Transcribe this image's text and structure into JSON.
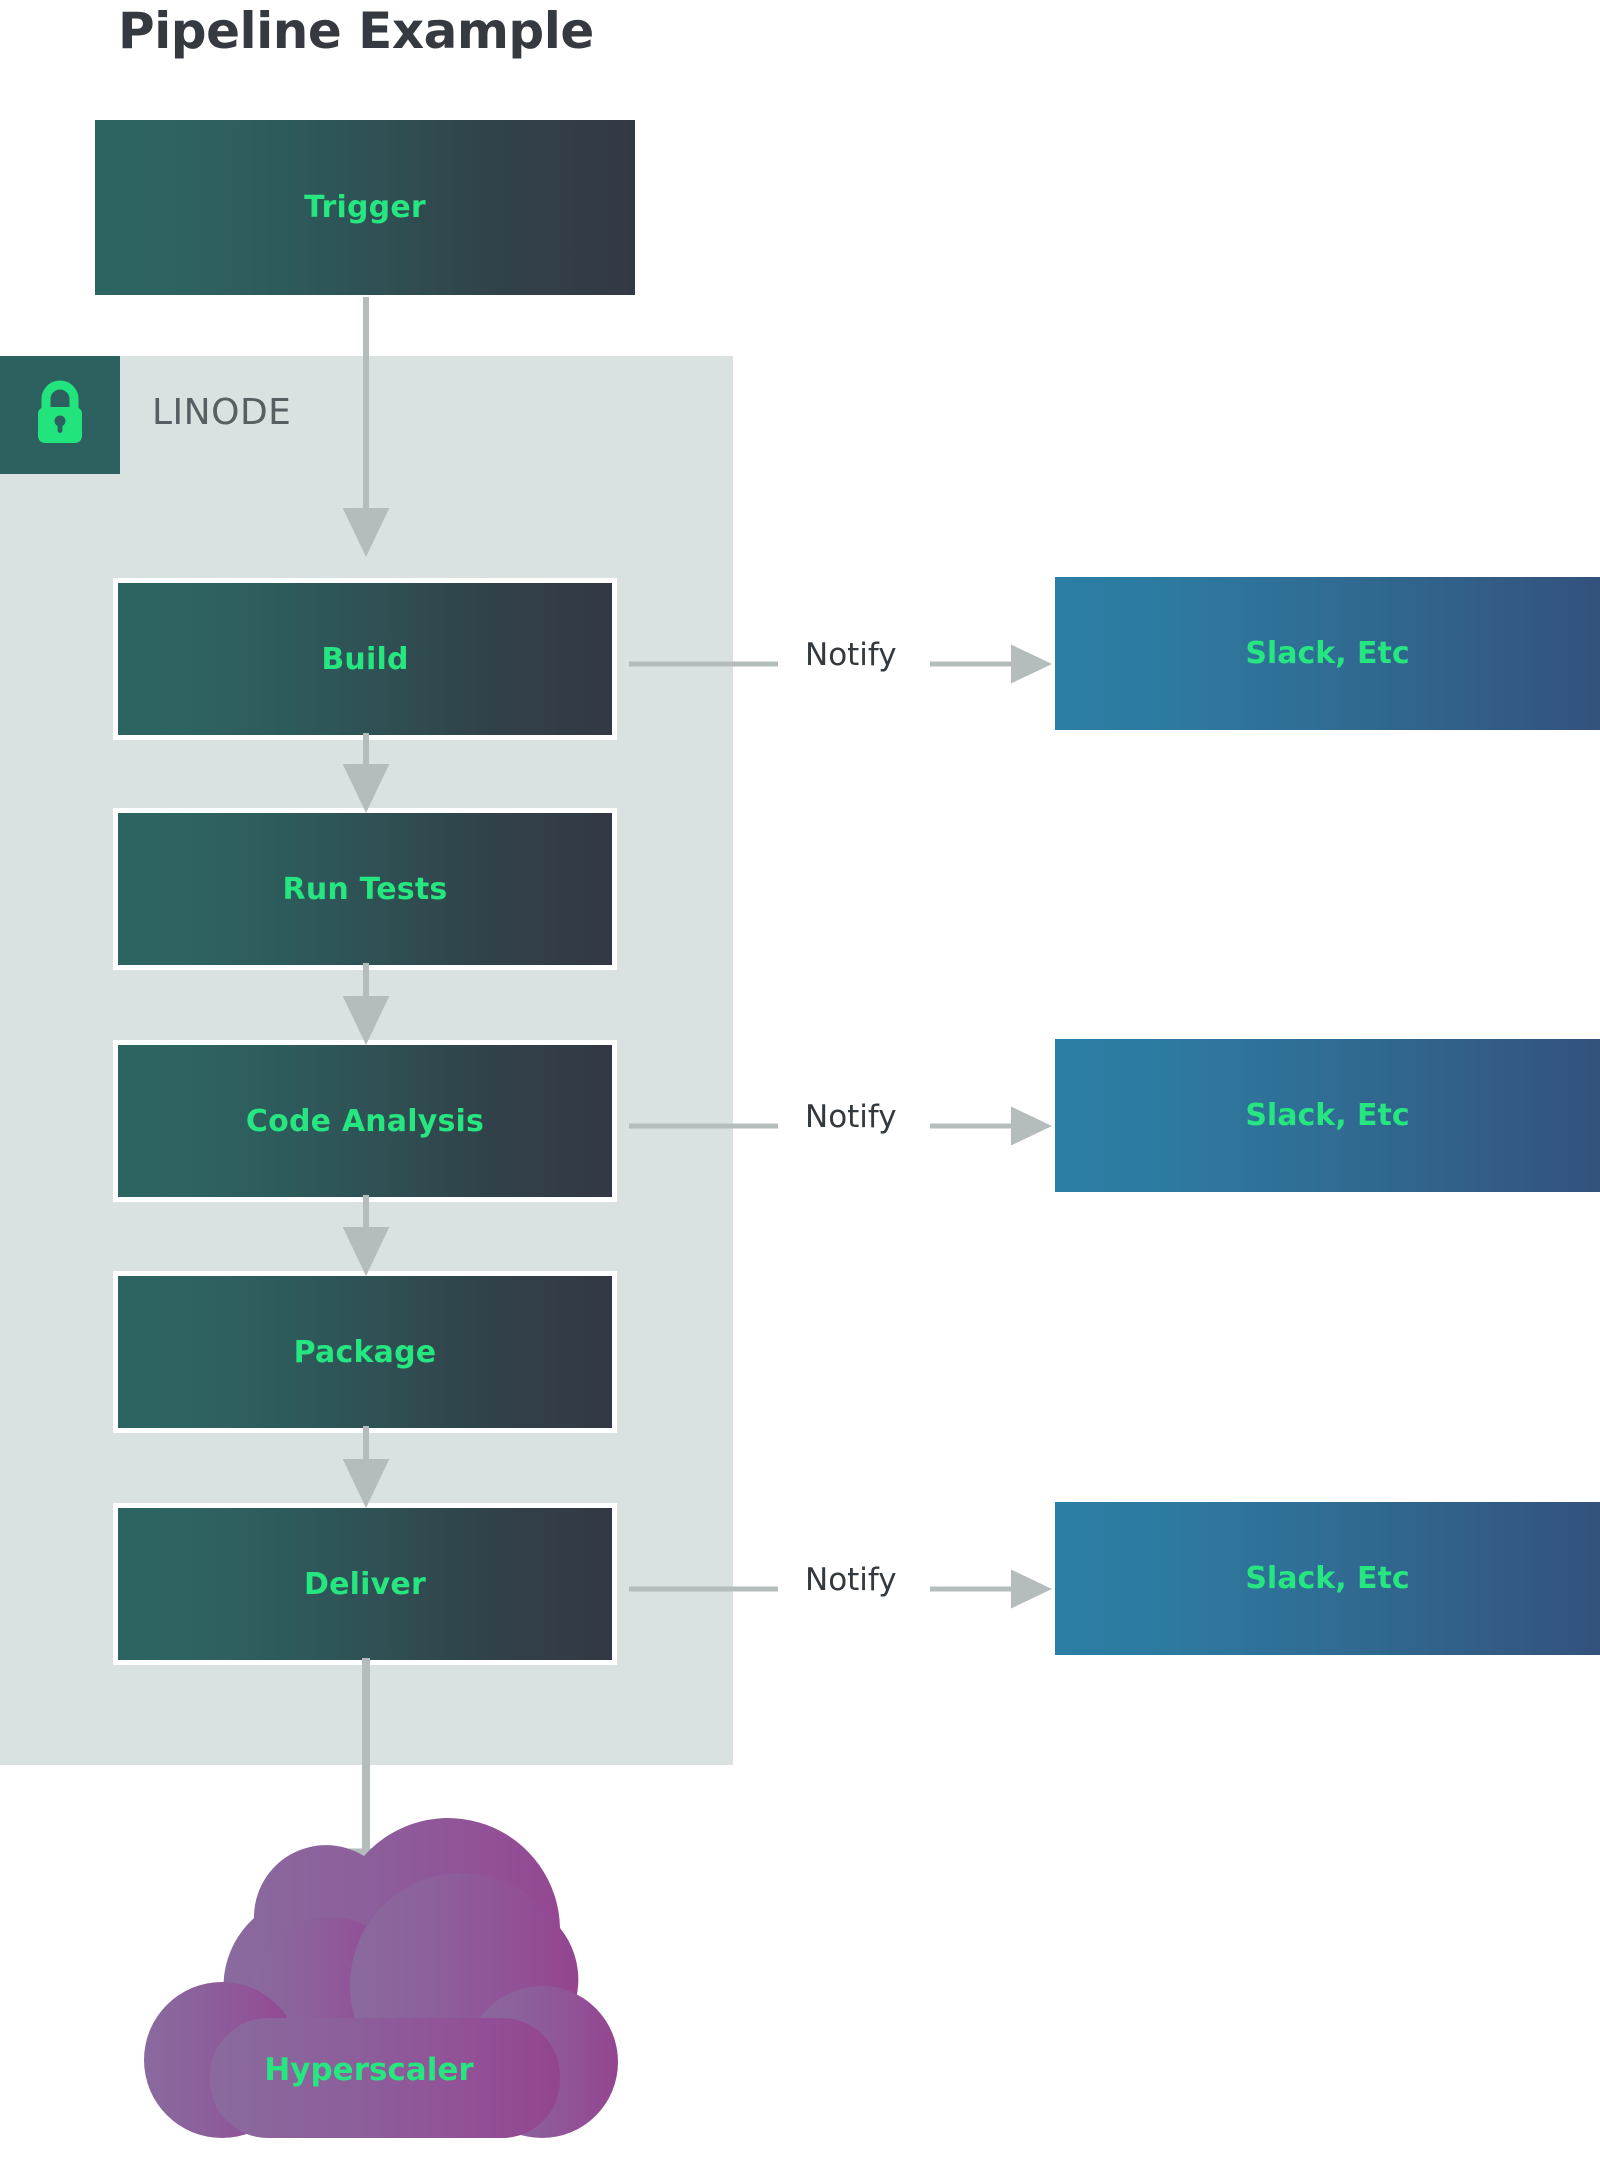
{
  "title": "Pipeline Example",
  "group": {
    "name": "LINODE",
    "icon": "lock-icon",
    "bg_color": "#d9e2e1",
    "badge_color": "#2d6160",
    "icon_color": "#22e47c"
  },
  "colors": {
    "stage_gradient_start": "#2c6462",
    "stage_gradient_end": "#333944",
    "stage_text": "#25e67f",
    "notify_gradient_start": "#2b7ea4",
    "notify_gradient_end": "#33527c",
    "cloud_gradient_start": "#8a6a9e",
    "cloud_gradient_end": "#93458f",
    "arrow": "#b4bcbc",
    "title_text": "#343a40",
    "label_text": "#333a3f"
  },
  "nodes": {
    "trigger": {
      "label": "Trigger"
    },
    "stages": [
      {
        "id": "build",
        "label": "Build"
      },
      {
        "id": "run-tests",
        "label": "Run Tests"
      },
      {
        "id": "code-analysis",
        "label": "Code Analysis"
      },
      {
        "id": "package",
        "label": "Package"
      },
      {
        "id": "deliver",
        "label": "Deliver"
      }
    ],
    "notifications": [
      {
        "id": "slack-build",
        "label": "Slack, Etc"
      },
      {
        "id": "slack-code-analysis",
        "label": "Slack, Etc"
      },
      {
        "id": "slack-deliver",
        "label": "Slack, Etc"
      }
    ],
    "cloud": {
      "label": "Hyperscaler"
    }
  },
  "edges": {
    "notify_labels": [
      {
        "id": "notify-build",
        "label": "Notify"
      },
      {
        "id": "notify-code-analysis",
        "label": "Notify"
      },
      {
        "id": "notify-deliver",
        "label": "Notify"
      }
    ]
  }
}
